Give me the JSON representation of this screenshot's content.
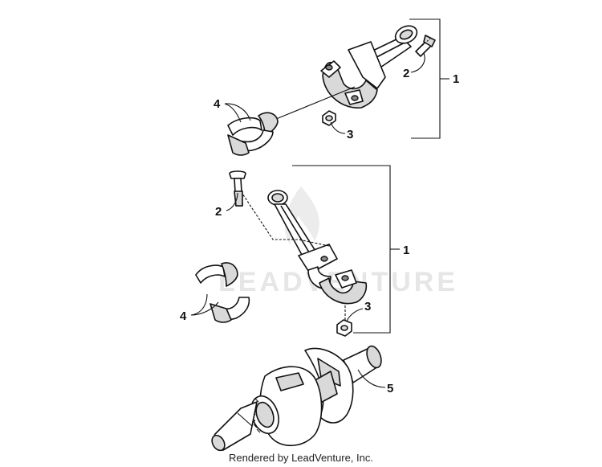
{
  "callouts": {
    "upper_rod_assembly": "1",
    "upper_bolt": "2",
    "upper_nut": "3",
    "upper_bearing": "4",
    "lower_rod_assembly": "1",
    "lower_bolt": "2",
    "lower_nut": "3",
    "lower_bearing": "4",
    "crankshaft": "5"
  },
  "watermark": "LEADVENTURE",
  "footer": "Rendered by LeadVenture, Inc."
}
